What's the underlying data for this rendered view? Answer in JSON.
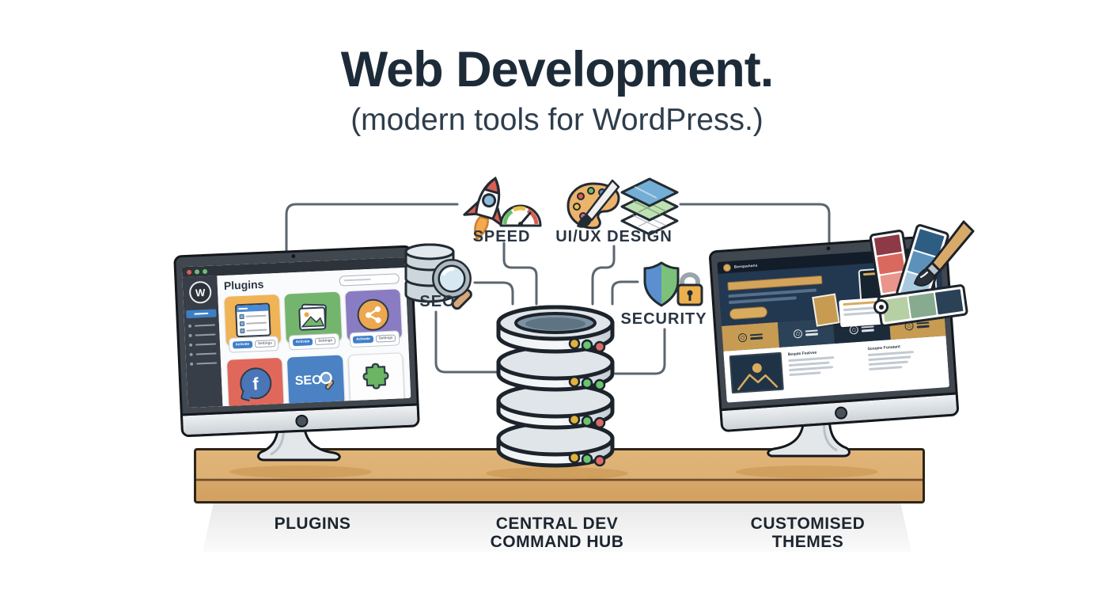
{
  "title": {
    "main": "Web Development.",
    "subtitle": "(modern tools for WordPress.)"
  },
  "features": {
    "seo": {
      "label": "SEO",
      "icon": "database-magnifier-icon"
    },
    "speed": {
      "label": "SPEED",
      "icon": "rocket-gauge-icon"
    },
    "uiux": {
      "label": "UI/UX DESIGN",
      "icon": "palette-layers-icon"
    },
    "security": {
      "label": "SECURITY",
      "icon": "shield-lock-icon"
    }
  },
  "bottom_labels": {
    "plugins": "PLUGINS",
    "hub_line1": "CENTRAL DEV",
    "hub_line2": "COMMAND HUB",
    "themes_line1": "CUSTOMISED",
    "themes_line2": "THEMES"
  },
  "plugins_screen": {
    "heading": "Plugins",
    "logo_letter": "W",
    "window_dots": [
      "#e05c4f",
      "#6fbf73",
      "#6fbf73"
    ],
    "cards": [
      {
        "name": "forms-plugin",
        "color": "#f0b356",
        "button_primary": "Activate",
        "button_secondary": "Settings"
      },
      {
        "name": "media-plugin",
        "color": "#74b56e",
        "button_primary": "Activate",
        "button_secondary": "Settings"
      },
      {
        "name": "share-plugin",
        "color": "#8a7cc2",
        "button_primary": "Activate",
        "button_secondary": "Settings"
      },
      {
        "name": "facebook-plugin",
        "color": "#e0685a",
        "icon_letter": "f"
      },
      {
        "name": "seo-plugin",
        "color": "#4a82c4",
        "icon_text": "SEO"
      },
      {
        "name": "addon-plugin",
        "color": "#fdfdfd"
      }
    ]
  },
  "theme_screen": {
    "brand": "Benqashans",
    "section1_heading": "Beqate Featvee",
    "section2_heading": "Sosqew Fonatant",
    "accent_gold": "#d8ab5e",
    "navy": "#223750"
  },
  "server": {
    "leds": [
      [
        "#e2b33c",
        "#69c56f",
        "#d96b6b"
      ],
      [
        "#e2b33c",
        "#69c56f",
        "#69c56f"
      ],
      [
        "#e2b33c",
        "#69c56f",
        "#d96b6b"
      ],
      [
        "#e2b33c",
        "#69c56f",
        "#d96b6b"
      ]
    ]
  },
  "palette": {
    "connector_line": "#5b6670",
    "desk_wood": "#ddb073",
    "swatch_reds": [
      "#8d3a46",
      "#d9695f",
      "#e9958b",
      "#f3bfb5"
    ],
    "swatch_blues": [
      "#2e5d83",
      "#5c92ba",
      "#a9cade"
    ],
    "swatch_greens": [
      "#b7cfa5",
      "#86ab8f",
      "#2b4156"
    ]
  }
}
